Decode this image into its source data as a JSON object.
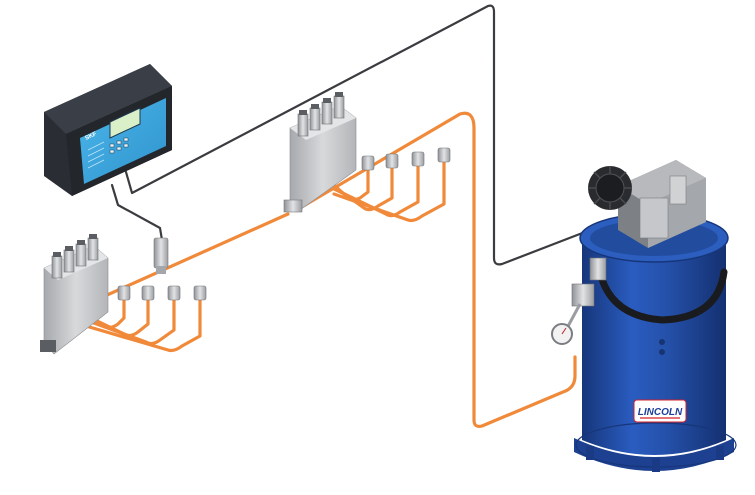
{
  "scene": {
    "pump_brand": "LINCOLN",
    "controller_brand": "SKF"
  },
  "colors": {
    "pump_blue": "#2450a8",
    "pump_blue_dark": "#17367a",
    "tube_orange": "#f08a3a",
    "cable_dark": "#3a3c40",
    "controller_face": "#3aa8e0",
    "controller_body": "#2a2d33",
    "metal": "#c9c9c9",
    "logo_red": "#d3202a"
  },
  "icons": [
    "controller-unit",
    "pressure-sensor",
    "divider-valve",
    "pump-station",
    "pressure-gauge",
    "check-valve-fitting"
  ]
}
